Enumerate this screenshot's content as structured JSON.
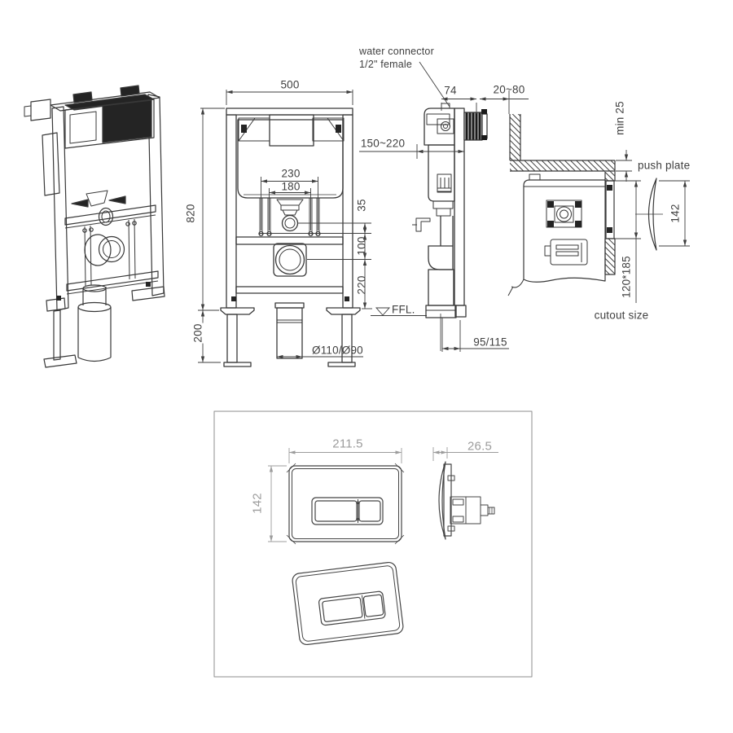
{
  "colors": {
    "background": "#ffffff",
    "line": "#383838",
    "dim_text": "#3f3f3f",
    "plate_dim_text": "#9c9c9c",
    "fill_dark": "#242424"
  },
  "annotations": {
    "water_connector_line1": "water connector",
    "water_connector_line2": "1/2\" female",
    "ffl": "FFL.",
    "push_plate": "push plate",
    "cutout_size": "cutout size"
  },
  "frame_front_view": {
    "width": "500",
    "height": "820",
    "bolt_span_outer": "230",
    "bolt_span_inner": "180",
    "flush_pipe_offset": "35",
    "drain_offset": "100",
    "drain_center_height": "220",
    "leg_height": "200",
    "drain_pipe_diameter": "Ø110/Ø90"
  },
  "frame_side_view": {
    "frame_depth": "74",
    "wall_distance": "20~80",
    "install_depth_range": "150~220",
    "outlet_offset": "95/115"
  },
  "wall_section_view": {
    "min_wall_cover": "min 25",
    "plate_height": "142",
    "cutout_dimensions": "120*185"
  },
  "push_plate_views": {
    "plate_width": "211.5",
    "plate_height": "142",
    "plate_depth": "26.5"
  }
}
